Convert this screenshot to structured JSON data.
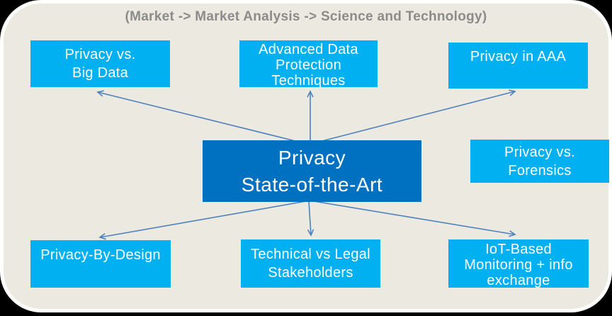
{
  "title": "(Market -> Market Analysis -> Science and Technology)",
  "colors": {
    "outer_bg": "#000000",
    "panel_bg": "#ECE9E0",
    "title_text": "#8C8B8B",
    "node_fill": "#00B0F0",
    "center_fill": "#0070C0",
    "node_text": "#FFFFFF",
    "arrow": "#4F81BD"
  },
  "center_node": {
    "id": "privacy-state-of-the-art",
    "lines": [
      "Privacy",
      "State-of-the-Art"
    ]
  },
  "nodes": [
    {
      "id": "privacy-vs-big-data",
      "lines": [
        "Privacy vs.",
        "Big Data"
      ]
    },
    {
      "id": "advanced-data-protection",
      "lines": [
        "Advanced Data",
        "Protection",
        "Techniques"
      ]
    },
    {
      "id": "privacy-in-aaa",
      "lines": [
        "Privacy in AAA"
      ]
    },
    {
      "id": "privacy-vs-forensics",
      "lines": [
        "Privacy vs.",
        "Forensics"
      ]
    },
    {
      "id": "privacy-by-design",
      "lines": [
        "Privacy-By-Design"
      ]
    },
    {
      "id": "technical-vs-legal",
      "lines": [
        "Technical vs Legal",
        "Stakeholders"
      ]
    },
    {
      "id": "iot-based-monitoring",
      "lines": [
        "IoT-Based",
        "Monitoring + info",
        "exchange"
      ]
    }
  ],
  "edges": [
    {
      "from": "privacy-state-of-the-art",
      "to": "privacy-vs-big-data"
    },
    {
      "from": "privacy-state-of-the-art",
      "to": "advanced-data-protection"
    },
    {
      "from": "privacy-state-of-the-art",
      "to": "privacy-in-aaa"
    },
    {
      "from": "privacy-state-of-the-art",
      "to": "privacy-by-design"
    },
    {
      "from": "privacy-state-of-the-art",
      "to": "technical-vs-legal"
    },
    {
      "from": "privacy-state-of-the-art",
      "to": "iot-based-monitoring"
    }
  ]
}
